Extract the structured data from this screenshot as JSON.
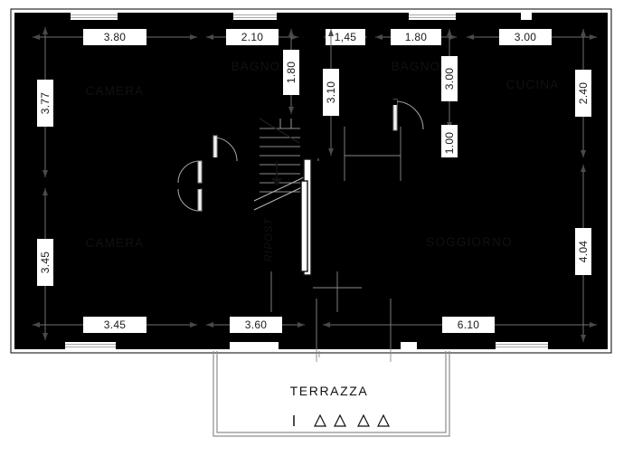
{
  "drawing": {
    "type": "architectural-floor-plan",
    "language": "it",
    "units": "meters"
  },
  "rooms": [
    {
      "id": "camera-top",
      "label": "CAMERA"
    },
    {
      "id": "camera-bottom",
      "label": "CAMERA"
    },
    {
      "id": "bagno-left",
      "label": "BAGNO"
    },
    {
      "id": "bagno-right",
      "label": "BAGNO"
    },
    {
      "id": "cucina",
      "label": "CUCINA"
    },
    {
      "id": "soggiorno",
      "label": "SOGGIORNO"
    },
    {
      "id": "ripostiglio",
      "label": "RIPOST"
    },
    {
      "id": "terrazza",
      "label": "TERRAZZA"
    }
  ],
  "dimensions": {
    "top": [
      {
        "id": "d-3-80",
        "value": "3.80"
      },
      {
        "id": "d-2-10",
        "value": "2.10"
      },
      {
        "id": "d-1-45",
        "value": "1,45"
      },
      {
        "id": "d-1-80-h",
        "value": "1.80"
      },
      {
        "id": "d-3-00-h",
        "value": "3.00"
      }
    ],
    "left": [
      {
        "id": "d-3-77",
        "value": "3.77"
      },
      {
        "id": "d-3-45-v",
        "value": "3.45"
      }
    ],
    "right": [
      {
        "id": "d-2-40",
        "value": "2.40"
      },
      {
        "id": "d-4-04",
        "value": "4.04"
      }
    ],
    "interior": [
      {
        "id": "d-1-80-v",
        "value": "1.80"
      },
      {
        "id": "d-3-10",
        "value": "3.10"
      },
      {
        "id": "d-3-00-v",
        "value": "3.00"
      },
      {
        "id": "d-1-00",
        "value": "1.00"
      }
    ],
    "bottom": [
      {
        "id": "d-3-45-h",
        "value": "3.45"
      },
      {
        "id": "d-3-60",
        "value": "3.60"
      },
      {
        "id": "d-6-10",
        "value": "6.10"
      }
    ]
  },
  "annotations": {
    "stair_direction_icon": "down-arrow",
    "terrace_furniture_icons": [
      "bar-marker",
      "triangle",
      "triangle",
      "triangle",
      "triangle"
    ]
  },
  "colors": {
    "wall": "#000000",
    "background": "#ffffff",
    "dimension_line": "#6f6f6f",
    "thin_line": "#9a9a9a",
    "text": "#111111"
  }
}
